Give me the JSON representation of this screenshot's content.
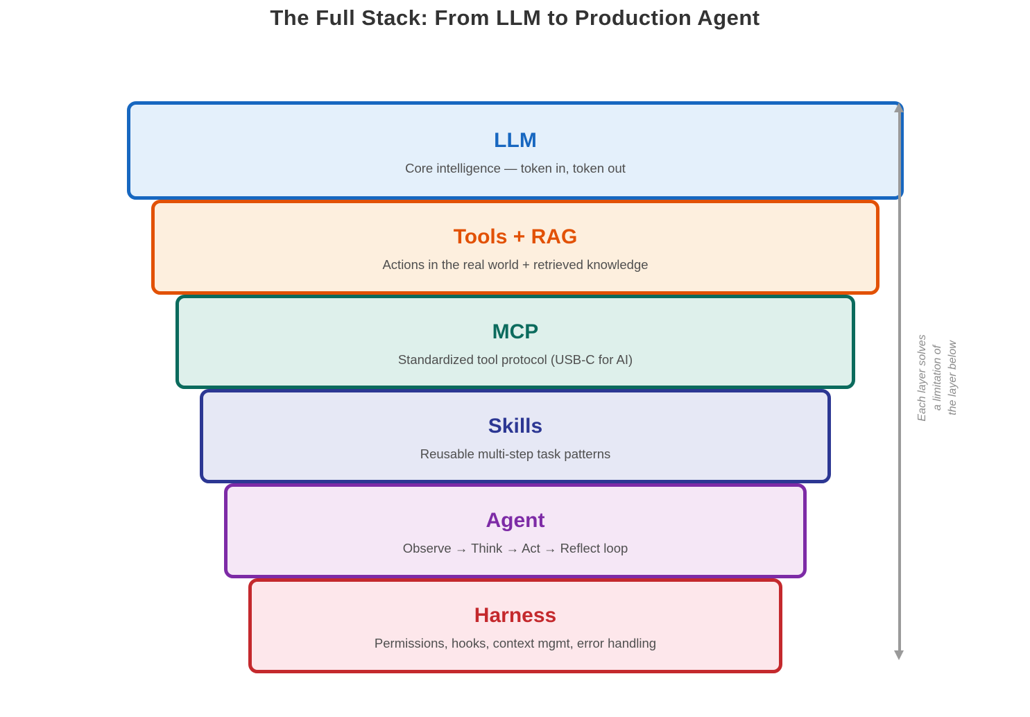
{
  "title": "The Full Stack: From LLM to Production Agent",
  "layers": [
    {
      "name": "LLM",
      "description": "Core intelligence — token in, token out",
      "accent": "#1767C0",
      "fill": "#E4F0FB"
    },
    {
      "name": "Tools + RAG",
      "description": "Actions in the real world + retrieved knowledge",
      "accent": "#E25105",
      "fill": "#FDEFDE"
    },
    {
      "name": "MCP",
      "description": "Standardized tool protocol (USB-C for AI)",
      "accent": "#0B6B5D",
      "fill": "#DEF0EB"
    },
    {
      "name": "Skills",
      "description": "Reusable multi-step task patterns",
      "accent": "#2C3793",
      "fill": "#E6E8F5"
    },
    {
      "name": "Agent",
      "description": "Observe → Think → Act → Reflect loop",
      "accent": "#7D2BA6",
      "fill": "#F5E7F6"
    },
    {
      "name": "Harness",
      "description": "Permissions, hooks, context mgmt, error handling",
      "accent": "#C4292D",
      "fill": "#FDE7EB"
    }
  ],
  "side_note": {
    "lines": [
      "Each layer solves",
      "a limitation of",
      "the layer below"
    ],
    "color": "#8C8C8C"
  },
  "arrow": {
    "color": "#9A9A9A"
  }
}
